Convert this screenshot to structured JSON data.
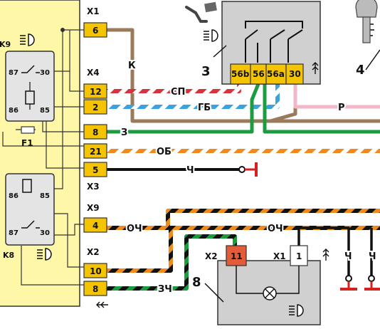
{
  "colors": {
    "mount_block": "#fff7a8",
    "connector": "#f5c400",
    "relay_box": "#e4e4e4",
    "brown": "#9a7a5a",
    "red": "#d8323c",
    "blue": "#3ba2df",
    "green": "#1d9b3f",
    "orange": "#ee8a1e",
    "black": "#111111",
    "pink": "#f3b7c7",
    "ground": "#d42020",
    "lamp_socket": "#e25c3a"
  },
  "mount_block": {
    "relays": [
      {
        "id": "K9",
        "pins": [
          "87",
          "30",
          "86",
          "85"
        ],
        "icon": "headlight-icon"
      },
      {
        "id": "K8",
        "pins": [
          "86",
          "85",
          "87",
          "30"
        ],
        "icon": "headlight-icon"
      }
    ],
    "fuse": "F1",
    "connectors": [
      {
        "name": "X1",
        "pins": [
          "6"
        ]
      },
      {
        "name": "X4",
        "pins": [
          "12",
          "2",
          "8",
          "21",
          "5"
        ]
      },
      {
        "name": "X3",
        "pins": []
      },
      {
        "name": "X9",
        "pins": [
          "4"
        ]
      },
      {
        "name": "X2",
        "pins": [
          "10",
          "8"
        ]
      }
    ]
  },
  "switch_3": {
    "number": "3",
    "pins": [
      "56b",
      "56",
      "56a",
      "30"
    ],
    "icons": [
      "foot-pedal-icon",
      "headlight-icon",
      "arrows-icon"
    ]
  },
  "ignition_4": {
    "number": "4",
    "icon": "key-icon"
  },
  "lamp_8": {
    "number": "8",
    "connectors": [
      {
        "name": "X2",
        "pin": "11"
      },
      {
        "name": "X1",
        "pin": "1"
      }
    ],
    "icons": [
      "lamp-icon",
      "headlight-icon",
      "arrows-icon"
    ]
  },
  "wire_labels": {
    "k": "К",
    "sp": "СП",
    "gb": "ГБ",
    "p": "Р",
    "z": "З",
    "ob": "ОБ",
    "ch": "Ч",
    "och1": "ОЧ",
    "och2": "ОЧ",
    "zch": "ЗЧ",
    "ch2": "Ч",
    "ch3": "Ч"
  }
}
